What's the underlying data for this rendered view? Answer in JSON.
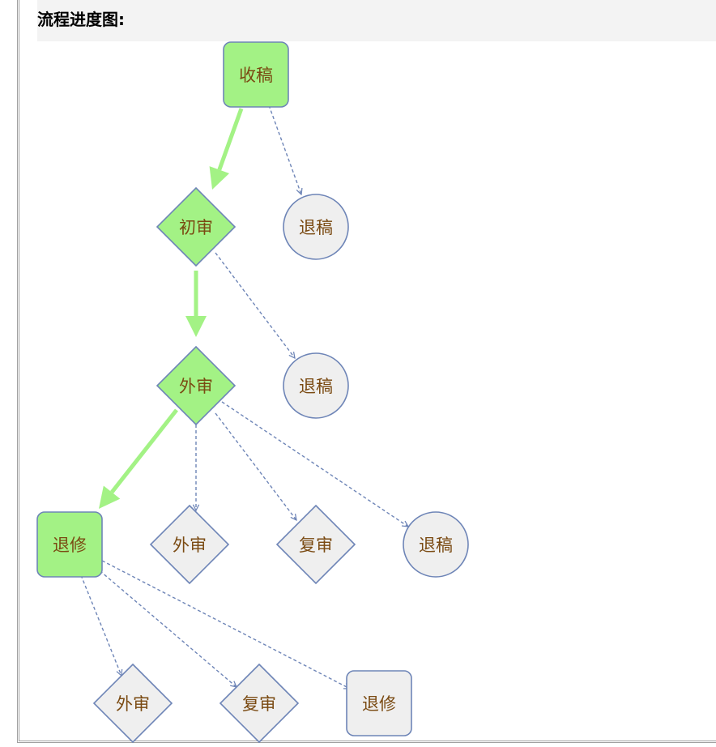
{
  "header": {
    "title": "流程进度图:"
  },
  "colors": {
    "active_fill": "#a3f285",
    "inactive_fill": "#efefef",
    "node_stroke": "#6e85b7",
    "active_edge": "#a3f285",
    "inactive_edge": "#6e85b7",
    "label_text": "#7a4a12"
  },
  "flow": {
    "nodes": [
      {
        "id": "n1",
        "label": "收稿",
        "shape": "rounded-rect",
        "active": true
      },
      {
        "id": "n2",
        "label": "初审",
        "shape": "diamond",
        "active": true
      },
      {
        "id": "n3",
        "label": "退稿",
        "shape": "circle",
        "active": false
      },
      {
        "id": "n4",
        "label": "外审",
        "shape": "diamond",
        "active": true
      },
      {
        "id": "n5",
        "label": "退稿",
        "shape": "circle",
        "active": false
      },
      {
        "id": "n6",
        "label": "退修",
        "shape": "rounded-rect",
        "active": true
      },
      {
        "id": "n7",
        "label": "外审",
        "shape": "diamond",
        "active": false
      },
      {
        "id": "n8",
        "label": "复审",
        "shape": "diamond",
        "active": false
      },
      {
        "id": "n9",
        "label": "退稿",
        "shape": "circle",
        "active": false
      },
      {
        "id": "n10",
        "label": "外审",
        "shape": "diamond",
        "active": false
      },
      {
        "id": "n11",
        "label": "复审",
        "shape": "diamond",
        "active": false
      },
      {
        "id": "n12",
        "label": "退修",
        "shape": "rounded-rect",
        "active": false
      }
    ],
    "edges": [
      {
        "from": "n1",
        "to": "n2",
        "active": true
      },
      {
        "from": "n1",
        "to": "n3",
        "active": false
      },
      {
        "from": "n2",
        "to": "n4",
        "active": true
      },
      {
        "from": "n2",
        "to": "n5",
        "active": false
      },
      {
        "from": "n4",
        "to": "n6",
        "active": true
      },
      {
        "from": "n4",
        "to": "n7",
        "active": false
      },
      {
        "from": "n4",
        "to": "n8",
        "active": false
      },
      {
        "from": "n4",
        "to": "n9",
        "active": false
      },
      {
        "from": "n6",
        "to": "n10",
        "active": false
      },
      {
        "from": "n6",
        "to": "n11",
        "active": false
      },
      {
        "from": "n6",
        "to": "n12",
        "active": false
      }
    ]
  }
}
